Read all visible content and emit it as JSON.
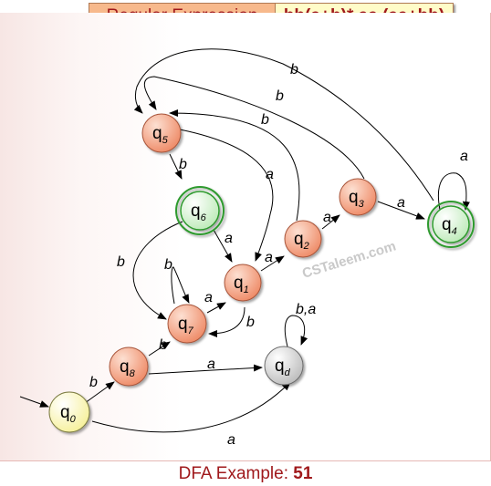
{
  "header": {
    "label": "Regular Expression",
    "value": "bb(a+b)* aa (aa+bb)"
  },
  "watermark": "CSTaleem.com",
  "caption": {
    "prefix": "DFA Example: ",
    "number": "51"
  },
  "colors": {
    "label_text": "#a0191c",
    "start_state": "#fffcc0",
    "normal_state": "#f29a7c",
    "accept_state": "#d7f5d3",
    "dead_state": "#d8d8d8"
  },
  "states": [
    {
      "id": "q0",
      "name": "q",
      "sub": "0",
      "kind": "start"
    },
    {
      "id": "q1",
      "name": "q",
      "sub": "1",
      "kind": "normal"
    },
    {
      "id": "q2",
      "name": "q",
      "sub": "2",
      "kind": "normal"
    },
    {
      "id": "q3",
      "name": "q",
      "sub": "3",
      "kind": "normal"
    },
    {
      "id": "q4",
      "name": "q",
      "sub": "4",
      "kind": "accept"
    },
    {
      "id": "q5",
      "name": "q",
      "sub": "5",
      "kind": "normal"
    },
    {
      "id": "q6",
      "name": "q",
      "sub": "6",
      "kind": "accept"
    },
    {
      "id": "q7",
      "name": "q",
      "sub": "7",
      "kind": "normal"
    },
    {
      "id": "q8",
      "name": "q",
      "sub": "8",
      "kind": "normal"
    },
    {
      "id": "qd",
      "name": "q",
      "sub": "d",
      "kind": "dead"
    }
  ],
  "transitions": [
    {
      "id": "q0-q8",
      "from": "q0",
      "to": "q8",
      "label": "b"
    },
    {
      "id": "q0-qd",
      "from": "q0",
      "to": "qd",
      "label": "a"
    },
    {
      "id": "q8-q7",
      "from": "q8",
      "to": "q7",
      "label": "b"
    },
    {
      "id": "q8-qd",
      "from": "q8",
      "to": "qd",
      "label": "a"
    },
    {
      "id": "q7-q1",
      "from": "q7",
      "to": "q1",
      "label": "a"
    },
    {
      "id": "q7-q7",
      "from": "q7",
      "to": "q7",
      "label": "b"
    },
    {
      "id": "q1-q7",
      "from": "q1",
      "to": "q7",
      "label": "b"
    },
    {
      "id": "q1-q2",
      "from": "q1",
      "to": "q2",
      "label": "a"
    },
    {
      "id": "q2-q3",
      "from": "q2",
      "to": "q3",
      "label": "a"
    },
    {
      "id": "q2-q5",
      "from": "q2",
      "to": "q5",
      "label": "b"
    },
    {
      "id": "q3-q4",
      "from": "q3",
      "to": "q4",
      "label": "a"
    },
    {
      "id": "q3-q5",
      "from": "q3",
      "to": "q5",
      "label": "b"
    },
    {
      "id": "q4-q4",
      "from": "q4",
      "to": "q4",
      "label": "a"
    },
    {
      "id": "q4-q5",
      "from": "q4",
      "to": "q5",
      "label": "b"
    },
    {
      "id": "q5-q6",
      "from": "q5",
      "to": "q6",
      "label": "b"
    },
    {
      "id": "q5-q1",
      "from": "q5",
      "to": "q1",
      "label": "a"
    },
    {
      "id": "q6-q1",
      "from": "q6",
      "to": "q1",
      "label": "a"
    },
    {
      "id": "q6-q7",
      "from": "q6",
      "to": "q7",
      "label": "b"
    },
    {
      "id": "qd-qd",
      "from": "qd",
      "to": "qd",
      "label": "b,a"
    }
  ]
}
